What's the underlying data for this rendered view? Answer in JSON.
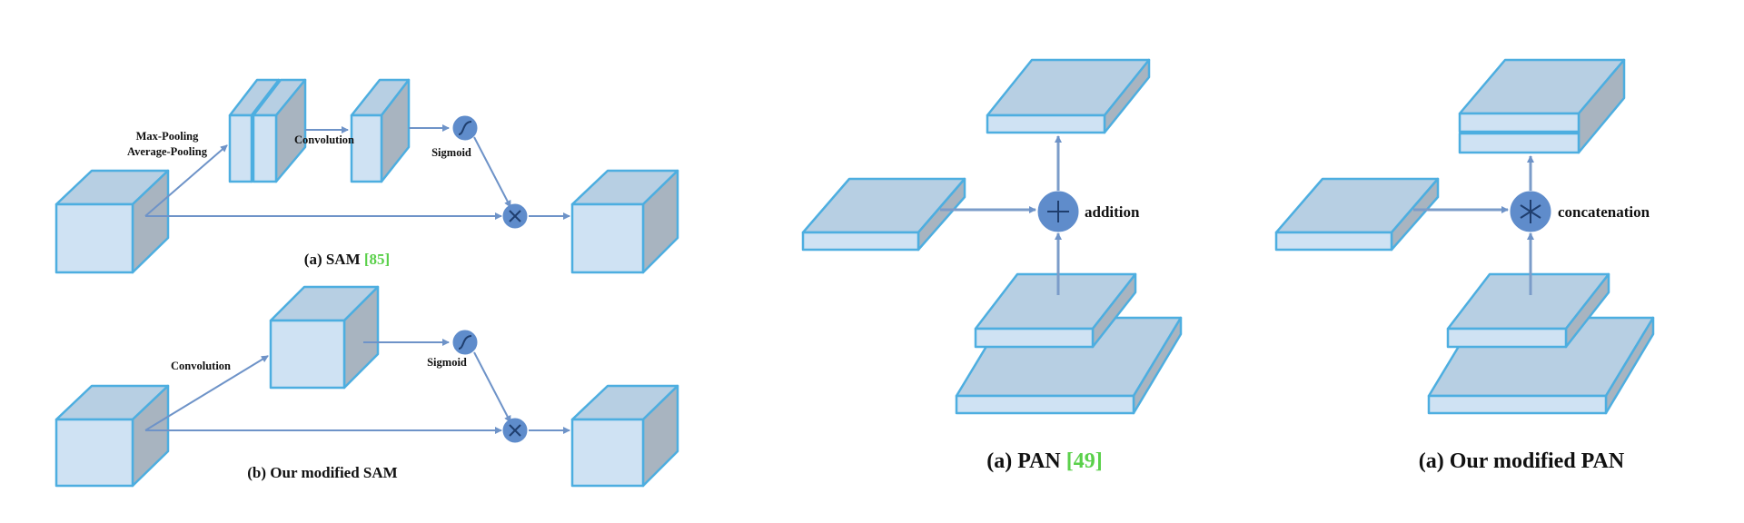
{
  "sam": {
    "pooling_label_1": "Max-Pooling",
    "pooling_label_2": "Average-Pooling",
    "conv_label": "Convolution",
    "sigmoid_label": "Sigmoid",
    "caption_prefix": "(a) SAM ",
    "caption_ref": "[85]"
  },
  "modified_sam": {
    "conv_label": "Convolution",
    "sigmoid_label": "Sigmoid",
    "caption": "(b) Our modified SAM"
  },
  "pan": {
    "op_label": "addition",
    "caption_prefix": "(a) PAN ",
    "caption_ref": "[49]"
  },
  "modified_pan": {
    "op_label": "concatenation",
    "caption": "(a) Our modified PAN"
  },
  "colors": {
    "box_face": "#cfe2f3",
    "box_edge": "#4daee0",
    "box_side": "#a8b4c0",
    "arrow": "#6e93c8",
    "operator": "#5f8ccb",
    "reference": "#5ad04a"
  }
}
